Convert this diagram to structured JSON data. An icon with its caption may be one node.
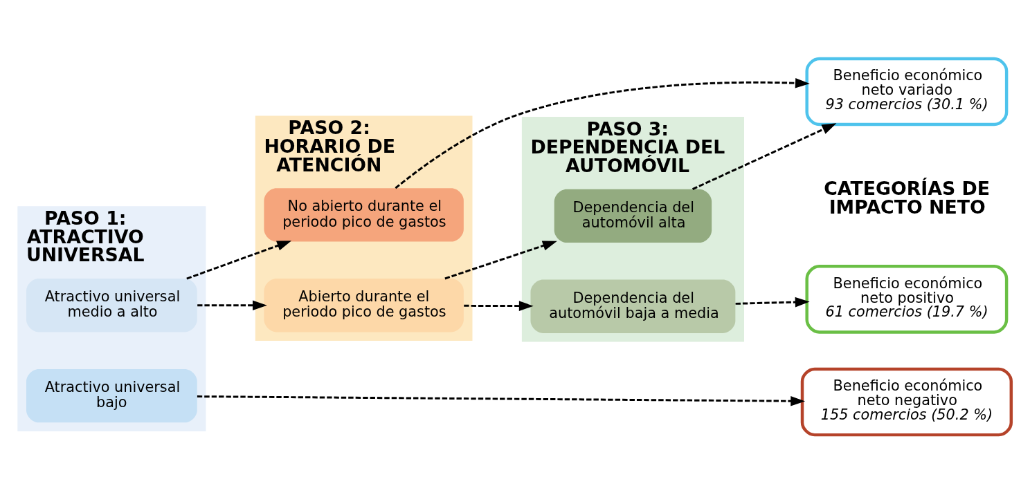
{
  "diagram": {
    "nodes": [
      {
        "text": [
          "PASO 1:",
          "ATRACTIVO UNIVERSAL"
        ]
      },
      {
        "text": [
          "Atractivo universal medio a alto"
        ],
        "in": 0
      },
      {
        "text": [
          "Atractivo universal bajo"
        ],
        "in": 0
      },
      {
        "text": [
          "PASO 2:",
          "HORARIO DE ATENCIÓN"
        ]
      },
      {
        "text": [
          "Abierto durante el periodo pico de gastos"
        ],
        "in": 3
      },
      {
        "text": [
          "No abierto durante el periodo pico de gastos"
        ],
        "in": 3
      },
      {
        "text": [
          "PASO 3:",
          "DEPENDENCIA DEL AUTOMÓVIL"
        ]
      },
      {
        "text": [
          "Dependencia del automóvil baja a media"
        ],
        "in": 6
      },
      {
        "text": [
          "Dependencia del automóvil alta"
        ],
        "in": 6
      },
      {
        "text": [
          "Beneficio económico neto positivo",
          "61 comercios (19.7 %)"
        ]
      },
      {
        "text": [
          "Beneficio económico neto variado",
          "93 comercios (30.1 %)"
        ]
      },
      {
        "text": [
          "Beneficio económico neto negativo",
          "155 comercios (50.2 %)"
        ]
      }
    ],
    "edges": [
      {
        "from": 1,
        "to": 4,
        "arrow": "to",
        "style": "dashed"
      },
      {
        "from": 1,
        "to": 5,
        "arrow": "to",
        "style": "dashed"
      },
      {
        "from": 4,
        "to": 7,
        "arrow": "to",
        "style": "dashed"
      },
      {
        "from": 4,
        "to": 8,
        "arrow": "to",
        "style": "dashed"
      },
      {
        "from": 7,
        "to": 9,
        "arrow": "to",
        "style": "dashed"
      },
      {
        "from": 8,
        "to": 10,
        "arrow": "to",
        "style": "dashed"
      },
      {
        "from": 5,
        "to": 10,
        "arrow": "to",
        "style": "dashed"
      },
      {
        "from": 2,
        "to": 11,
        "arrow": "to",
        "style": "dashed"
      }
    ],
    "labels": [
      "CATEGORÍAS DE IMPACTO NETO"
    ]
  }
}
